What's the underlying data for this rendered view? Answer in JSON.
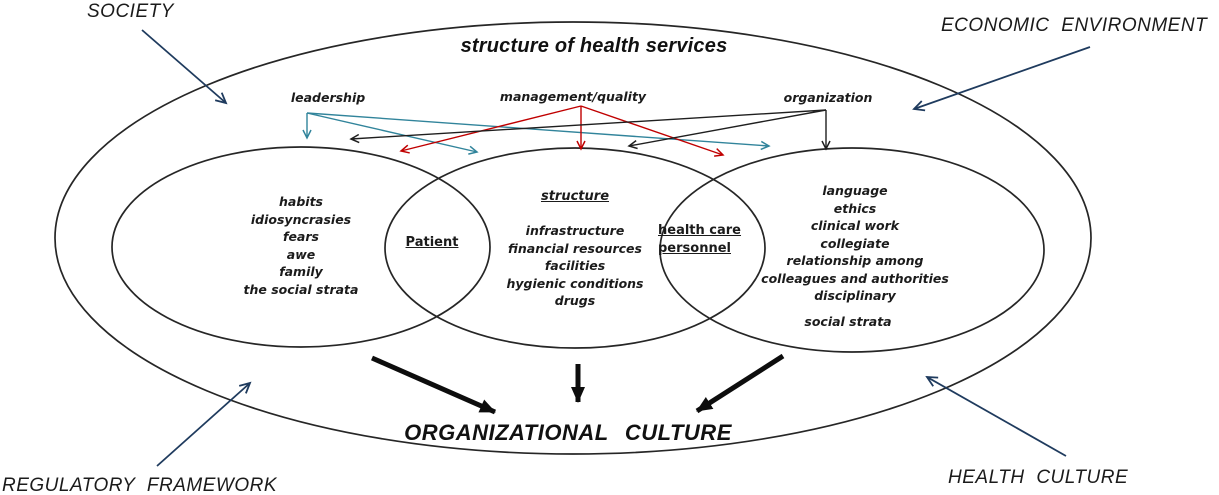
{
  "colors": {
    "outline": "#262626",
    "corner_arrow": "#1f3b5e",
    "leadership_arrow": "#31849b",
    "management_arrow": "#c00000",
    "organization_arrow": "#1f1f1f",
    "bold_arrow": "#0d0d0d"
  },
  "labels": {
    "society": "SOCIETY",
    "economic_environment": "ECONOMIC ENVIRONMENT",
    "regulatory_framework": "REGULATORY FRAMEWORK",
    "health_culture": "HEALTH CULTURE",
    "title": "structure of health services",
    "organizational_culture": "ORGANIZATIONAL CULTURE"
  },
  "factors": {
    "leadership": "leadership",
    "management_quality": "management/quality",
    "organization": "organization"
  },
  "venn": {
    "patient_circle": {
      "items": [
        "habits",
        "idiosyncrasies",
        "fears",
        "awe",
        "family",
        "the social strata"
      ]
    },
    "patient_label": "Patient",
    "structure_circle": {
      "heading": "structure",
      "items": [
        "infrastructure",
        "financial resources",
        "facilities",
        "hygienic conditions",
        "drugs"
      ]
    },
    "personnel_label": {
      "line1": "health care",
      "line2": "personnel"
    },
    "personnel_circle": {
      "items": [
        "language",
        "ethics",
        "clinical work",
        "collegiate",
        "relationship among",
        "colleagues and authorities",
        "disciplinary"
      ],
      "detached_item": "social strata"
    }
  }
}
